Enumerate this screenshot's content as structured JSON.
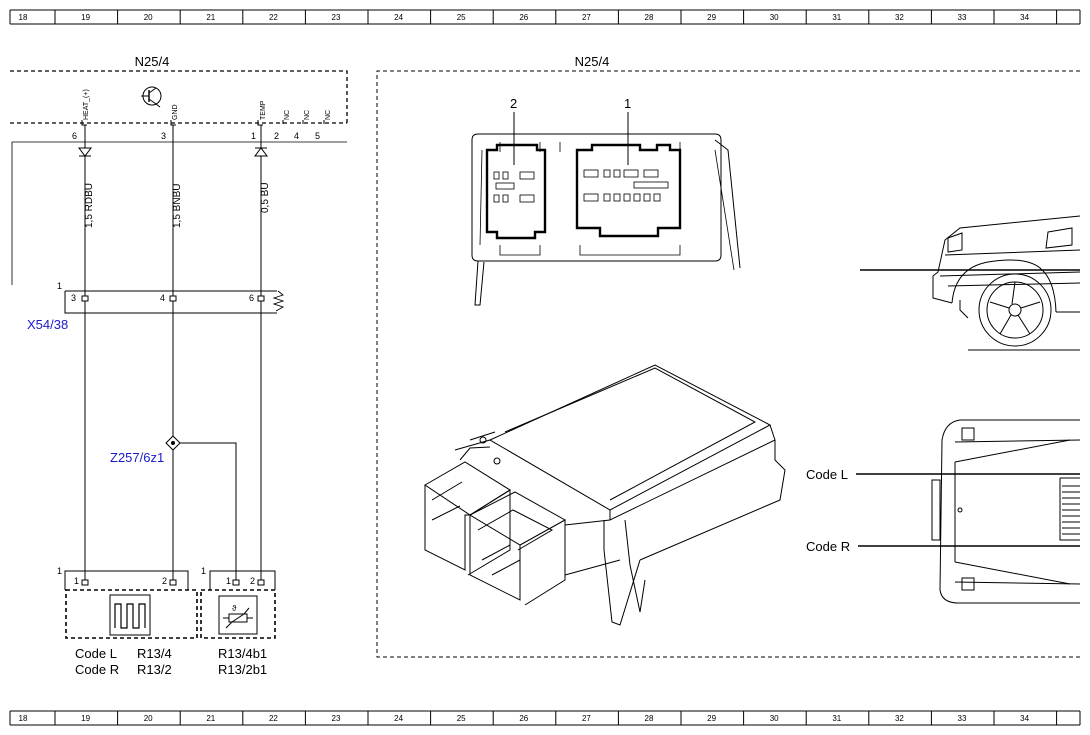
{
  "grid_numbers": [
    "18",
    "19",
    "20",
    "21",
    "22",
    "23",
    "24",
    "25",
    "26",
    "27",
    "28",
    "29",
    "30",
    "31",
    "32",
    "33",
    "34"
  ],
  "schematic": {
    "module_label": "N25/4",
    "signals": [
      "HEAT_(+)",
      "GND",
      "TEMP",
      "NC",
      "NC",
      "NC"
    ],
    "module_pins": [
      "6",
      "3",
      "1",
      "2",
      "4",
      "5"
    ],
    "wires": [
      "1,5 RDBU",
      "1,5 BNBU",
      "0,5 BU"
    ],
    "connector": {
      "number": "1",
      "pins": [
        "3",
        "4",
        "6"
      ],
      "label": "X54/38"
    },
    "splice_label": "Z257/6z1",
    "heater": {
      "number": "1",
      "pins": [
        "1",
        "2"
      ]
    },
    "sensor": {
      "number": "1",
      "pins": [
        "1",
        "2"
      ]
    },
    "codes": {
      "heater_l": "Code L",
      "heater_l_ref": "R13/4",
      "heater_r": "Code R",
      "heater_r_ref": "R13/2",
      "sensor_l_ref": "R13/4b1",
      "sensor_r_ref": "R13/2b1"
    }
  },
  "illustration": {
    "module_label": "N25/4",
    "socket_labels": [
      "2",
      "1"
    ],
    "code_l": "Code L",
    "code_r": "Code R"
  }
}
